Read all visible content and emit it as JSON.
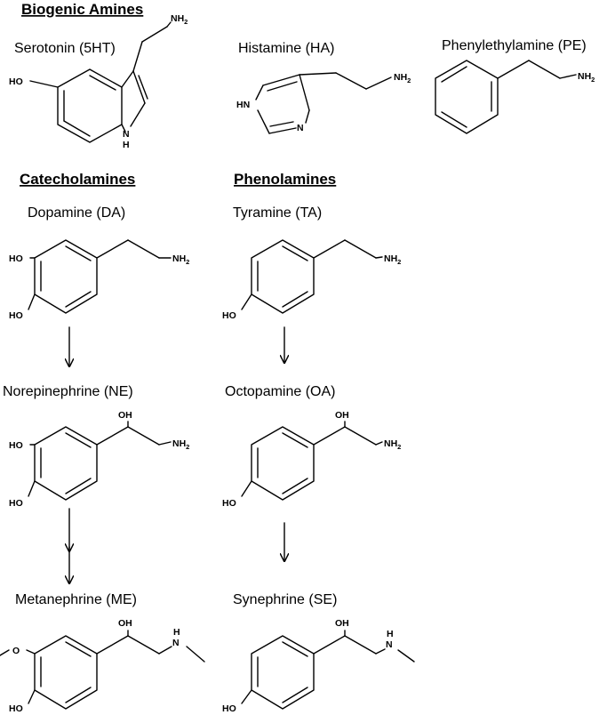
{
  "sections": {
    "biogenic": "Biogenic Amines",
    "catecholamines": "Catecholamines",
    "phenolamines": "Phenolamines"
  },
  "compounds": {
    "serotonin": "Serotonin (5HT)",
    "histamine": "Histamine (HA)",
    "phenylethylamine": "Phenylethylamine (PE)",
    "dopamine": "Dopamine (DA)",
    "tyramine": "Tyramine (TA)",
    "norepinephrine": "Norepinephrine (NE)",
    "octopamine": "Octopamine (OA)",
    "metanephrine": "Metanephrine (ME)",
    "synephrine": "Synephrine (SE)"
  },
  "atoms": {
    "nh": "NH",
    "two": "2",
    "ho": "HO",
    "oh": "OH",
    "h": "H",
    "n": "N",
    "hn": "HN"
  }
}
